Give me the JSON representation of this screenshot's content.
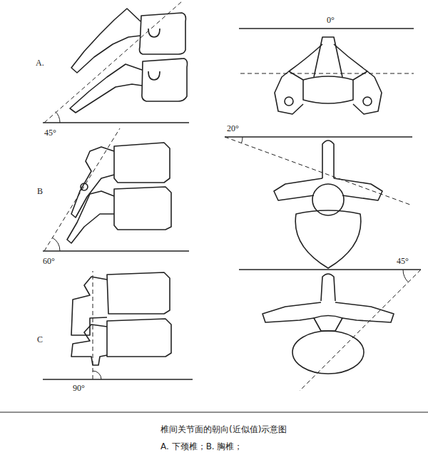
{
  "diagram": {
    "caption": "椎间关节面的朝向(近似值)示意图",
    "labels": [
      "A.",
      "45°",
      "B",
      "60°",
      "C",
      "90°",
      "0°",
      "20°",
      "45°",
      "A. 下颈椎；B. 胸椎；"
    ]
  }
}
